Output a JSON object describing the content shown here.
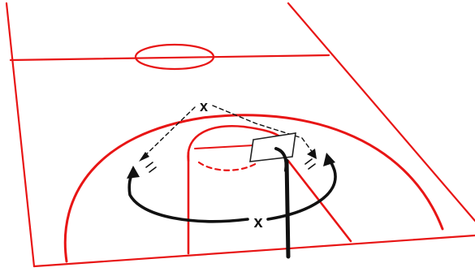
{
  "diagram": {
    "colors": {
      "court": "#e81515",
      "play": "#111111",
      "background": "#ffffff",
      "backboard_fill": "#ffffff",
      "backboard_stroke": "#222222"
    },
    "players": [
      {
        "id": "top",
        "symbol": "x"
      },
      {
        "id": "bottom",
        "symbol": "x"
      }
    ]
  }
}
